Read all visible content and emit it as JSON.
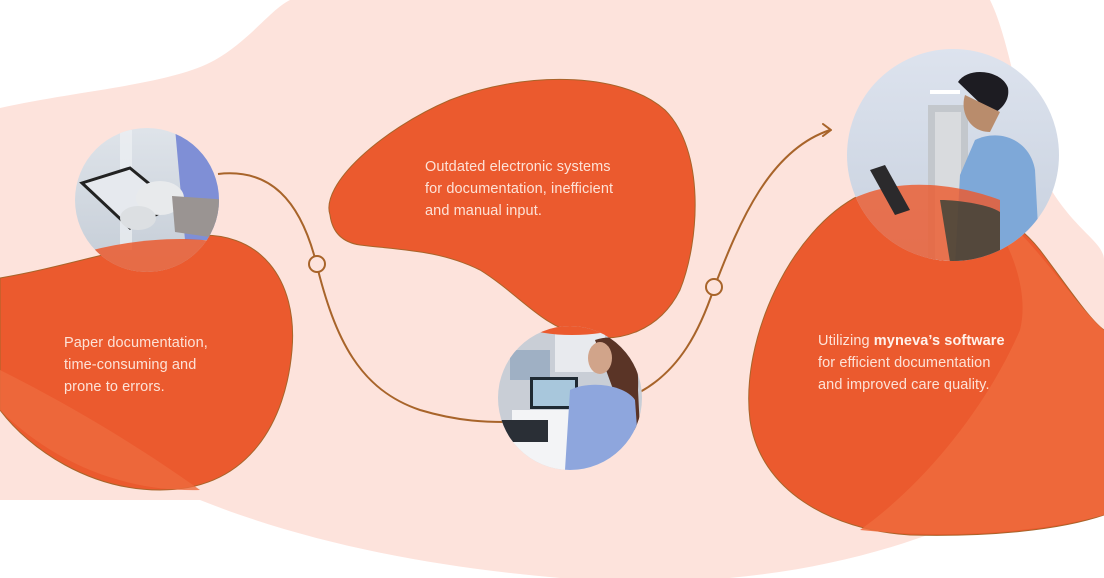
{
  "colors": {
    "background": "#ffffff",
    "blush": "#fde3dc",
    "accent_orange": "#eb5a2e",
    "accent_orange_light": "#ec6a3c",
    "connector_line": "#a8642a",
    "text_light": "#fde2d7"
  },
  "steps": [
    {
      "id": "paper",
      "text_lines": [
        "Paper documentation,",
        "time-consuming and",
        "prone to errors."
      ],
      "photo_icon": "clipboard-tablet-icon",
      "photo_alt": "Gloved hands holding a clipboard tablet"
    },
    {
      "id": "outdated",
      "text_lines": [
        "Outdated electronic systems",
        "for documentation, inefficient",
        "and manual input."
      ],
      "photo_icon": "laptop-nurse-icon",
      "photo_alt": "Nurse working on a laptop at a desk"
    },
    {
      "id": "myneva",
      "text_prefix": "Utilizing ",
      "text_bold": "myneva’s software",
      "text_lines_rest": [
        "for efficient documentation",
        "and improved care quality."
      ],
      "photo_icon": "tablet-nurse-icon",
      "photo_alt": "Nurse holding a tablet in a hospital corridor"
    }
  ],
  "connector": {
    "nodes": 2,
    "end_marker": "arrow-right"
  }
}
